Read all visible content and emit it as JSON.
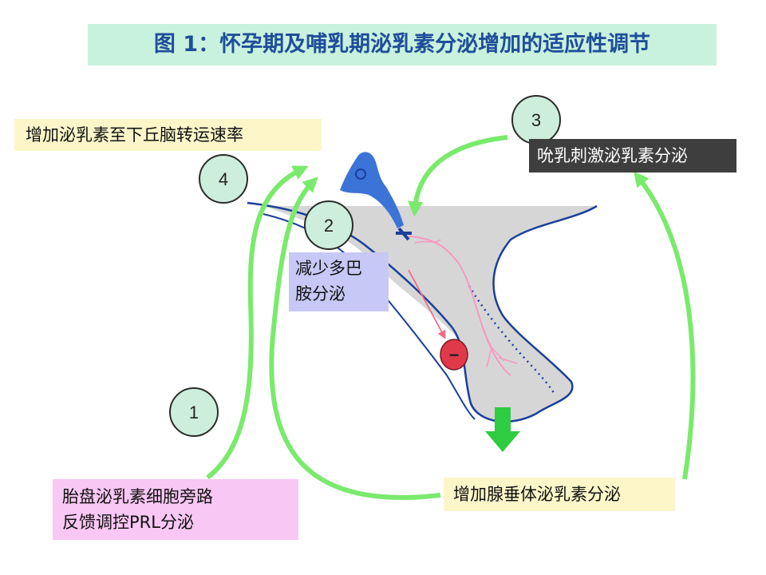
{
  "title": "图 1：怀孕期及哺乳期泌乳素分泌增加的适应性调节",
  "labels": {
    "rate": "增加泌乳素至下丘脑转运速率",
    "suckling": "吮乳刺激泌乳素分泌",
    "dopamine_line1": "减少多巴",
    "dopamine_line2": "胺分泌",
    "placenta_line1": "胎盘泌乳素细胞旁路",
    "placenta_line2": "反馈调控PRL分泌",
    "pituitary": "增加腺垂体泌乳素分泌"
  },
  "markers": [
    "1",
    "2",
    "3",
    "4"
  ],
  "inhibit_symbol": "−",
  "colors": {
    "title_bg": "#c9f2de",
    "title_text": "#1f4e9a",
    "arrow_green": "#7aea6c",
    "pituitary_fill": "#d6d6d6",
    "outline_blue": "#1a3f9c",
    "neuron_blue": "#3b73d6",
    "axon_pink": "#f59ac0",
    "inhibit_red": "#e03a4a",
    "circle_fill": "#cdeedd"
  }
}
